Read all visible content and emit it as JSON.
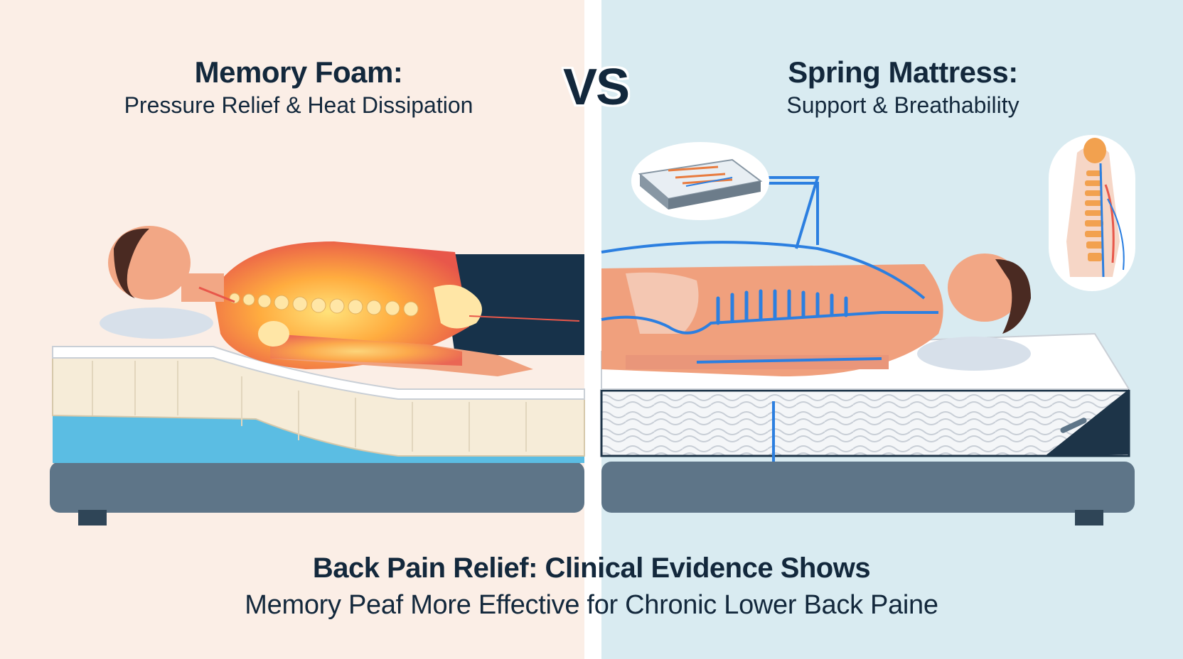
{
  "left": {
    "title": "Memory Foam:",
    "subtitle": "Pressure Relief & Heat Dissipation"
  },
  "right": {
    "title": "Spring Mattress:",
    "subtitle": "Support & Breathability"
  },
  "vs_label": "VS",
  "footer": {
    "line1": "Back Pain Relief: Clinical Evidence Shows",
    "line2": "Memory Peaf More Effective for Chronic Lower Back Paine"
  },
  "colors": {
    "left_background": "#fbeee6",
    "right_background": "#d9ebf1",
    "text": "#13283c",
    "heat_red": "#e8574a",
    "heat_yellow": "#ffd45a",
    "nerve_blue": "#2c7fe0",
    "foam_blue": "#5bbde3",
    "bed_base": "#5e7588"
  },
  "icons": {
    "left_illustration": "person-on-memory-foam-heatmap-illustration",
    "right_illustration": "person-on-spring-mattress-illustration",
    "inset_mattress": "mattress-cross-section-icon",
    "inset_spine": "spine-anatomy-icon"
  }
}
